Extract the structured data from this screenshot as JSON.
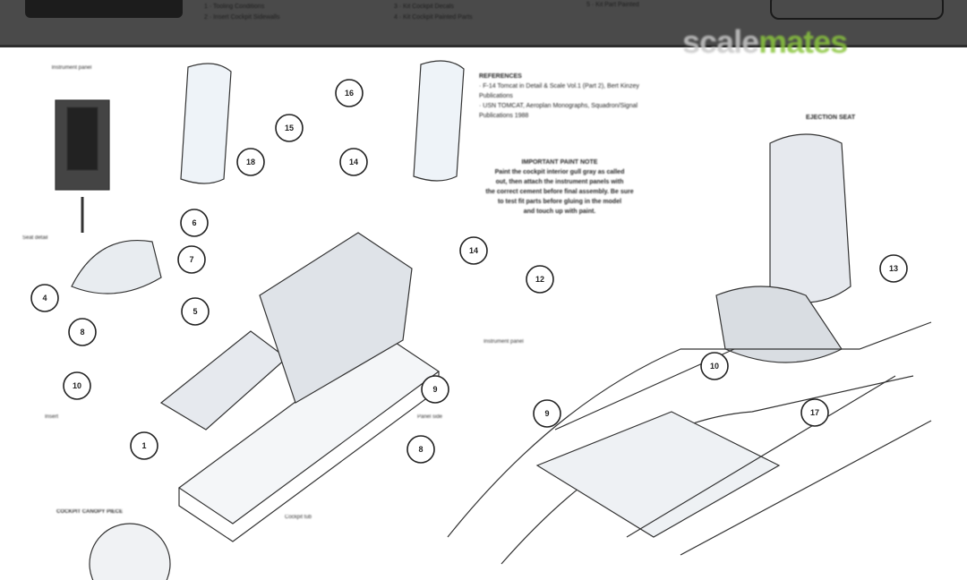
{
  "header": {
    "brand_label": "",
    "legend_col1": [
      "1 · Tooling Conditions",
      "2 · Insert Cockpit Sidewalls"
    ],
    "legend_col2": [
      "3 · Kit Cockpit Decals",
      "4 · Kit Cockpit Painted Parts"
    ],
    "legend_col3": [
      "5 · Kit Part Painted"
    ]
  },
  "watermark": {
    "part1": "scale",
    "part2": "mates",
    "color_gray": "#c8c8c8",
    "color_green": "#8ac53e"
  },
  "notes": {
    "references_title": "REFERENCES",
    "references": [
      "· F-14 Tomcat in Detail & Scale Vol.1 (Part 2), Bert Kinzey",
      "Publications",
      "· USN TOMCAT, Aeroplan Monographs, Squadron/Signal",
      "Publications 1988"
    ],
    "paint_title": "IMPORTANT PAINT NOTE",
    "paint_text": [
      "Paint the cockpit interior gull gray as called",
      "out, then attach the instrument panels with",
      "the correct cement before final assembly. Be sure",
      "to test fit parts before gluing in the model",
      "and touch up with paint."
    ],
    "seat_title": "EJECTION SEAT"
  },
  "callouts": [
    "16",
    "15",
    "18",
    "14",
    "6",
    "7",
    "5",
    "4",
    "8",
    "10",
    "1",
    "9",
    "8",
    "14",
    "12",
    "13",
    "10",
    "9",
    "17"
  ],
  "labels": {
    "top_left": "Instrument panel",
    "left_detail": "Seat detail",
    "left_mid": "Insert",
    "bottom_left_title": "COCKPIT CANOPY PIECE",
    "bottom_mid": "Cockpit tub",
    "right_mid": "Panel side",
    "mid_right": "Instrument panel"
  }
}
